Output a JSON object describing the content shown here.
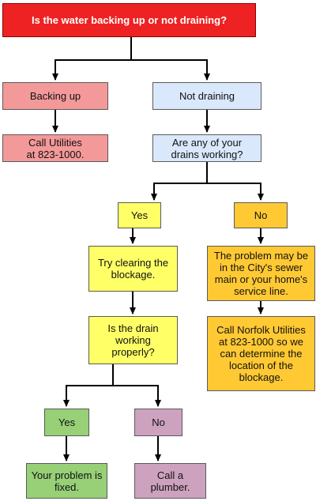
{
  "diagram": {
    "title": "Is the water backing up or not draining?",
    "nodes": {
      "root": "Is the water backing up or not draining?",
      "backing_up": "Backing up",
      "not_draining": "Not draining",
      "call_utilities": "Call Utilities\nat 823-1000.",
      "any_drains_working": "Are any of your\ndrains working?",
      "yes_1": "Yes",
      "no_1": "No",
      "try_clearing": "Try clearing the\nblockage.",
      "city_sewer": "The problem may be\nin the City's sewer\nmain or your home's\nservice line.",
      "drain_working": "Is the drain\nworking\nproperly?",
      "call_norfolk": "Call Norfolk Utilities\nat 823-1000 so we\ncan determine the\nlocation of the\nblockage.",
      "yes_2": "Yes",
      "no_2": "No",
      "problem_fixed": "Your problem is\nfixed.",
      "call_plumber": "Call a\nplumber."
    },
    "colors": {
      "root": "#ee2222",
      "backing_up": "#f4999a",
      "not_draining": "#dae8fc",
      "call_utilities": "#f4999a",
      "question_blue": "#dae8fc",
      "yes_branch": "#ffff66",
      "no_branch": "#ffc933",
      "yes_final": "#97d077",
      "no_final": "#cda2be"
    }
  }
}
